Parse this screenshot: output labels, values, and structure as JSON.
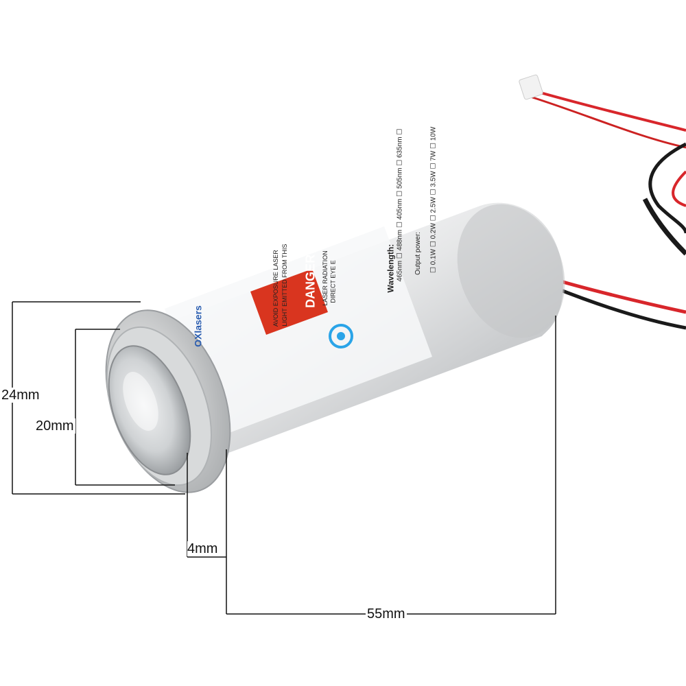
{
  "dimensions": {
    "outer_diameter": "24mm",
    "lens_diameter": "20mm",
    "thread_length": "4mm",
    "body_length": "55mm"
  },
  "label": {
    "brand": "OXlasers",
    "warning_line1": "AVOID EXPOSURE LASER",
    "warning_line2": "LIGHT EMITTED FROM THIS",
    "danger": "DANGER",
    "radiation_line1": "LASER RADIATION",
    "radiation_line2": "DIRECT EYE E",
    "wavelength_title": "Wavelength:",
    "wavelengths": [
      "405nm",
      "465nm",
      "488nm",
      "505nm",
      "635nm"
    ],
    "output_title": "Output power:",
    "powers": [
      "0.1W",
      "0.2W",
      "2.5W",
      "3.5W",
      "7W",
      "10W"
    ]
  },
  "colors": {
    "background": "#ffffff",
    "danger_red": "#d9351f",
    "laser_blue": "#2aa4e8",
    "wire_red": "#d8262b",
    "wire_black": "#1a1a1a"
  }
}
